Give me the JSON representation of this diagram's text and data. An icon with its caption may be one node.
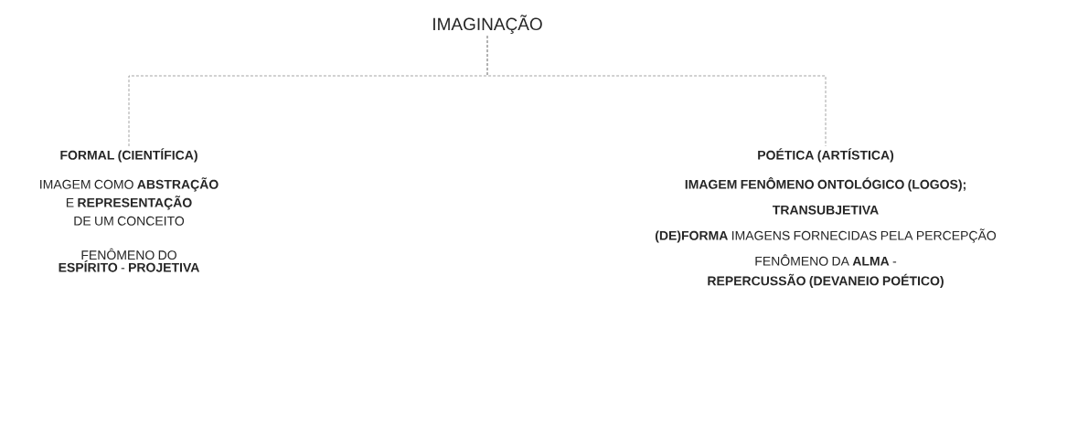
{
  "diagram": {
    "nodes": [
      {
        "text": [
          "IMAGINAÇÃO"
        ]
      },
      {
        "text": [
          "FORMAL (CIENTÍFICA)",
          "IMAGEM COMO **ABSTRAÇÃO** E **REPRESENTAÇÃO** DE UM CONCEITO",
          "FENÔMENO DO **ESPÍRITO** - **PROJETIVA**"
        ]
      },
      {
        "text": [
          "POÉTICA (ARTÍSTICA)",
          "IMAGEM FENÔMENO ONTOLÓGICO (LOGOS);",
          "TRANSUBJETIVA",
          "**(DE)FORMA** IMAGENS FORNECIDAS PELA PERCEPÇÃO",
          "FENÔMENO DA **ALMA** -",
          "REPERCUSSÃO (DEVANEIO POÉTICO)"
        ]
      }
    ],
    "edges": [
      {
        "from": 0,
        "to": 1,
        "arrow": "none",
        "style": "dashed"
      },
      {
        "from": 0,
        "to": 2,
        "arrow": "none",
        "style": "dashed"
      }
    ]
  }
}
